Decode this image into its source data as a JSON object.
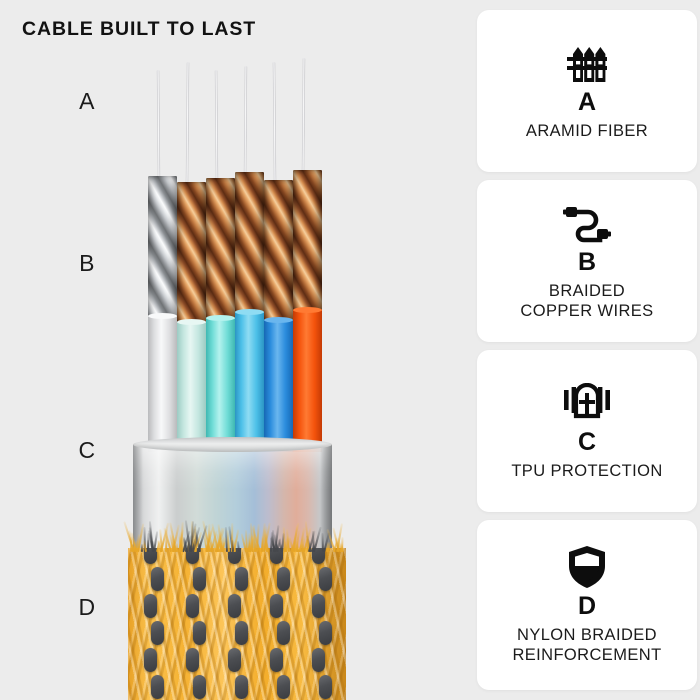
{
  "page": {
    "title": "CABLE BUILT TO LAST",
    "background_color": "#ececec",
    "card_color": "#ffffff",
    "text_color": "#121212"
  },
  "diagram": {
    "name": "cable-cross-section-cutaway",
    "side_labels": [
      {
        "id": "A",
        "label": "A"
      },
      {
        "id": "B",
        "label": "B"
      },
      {
        "id": "C",
        "label": "C"
      },
      {
        "id": "D",
        "label": "D"
      }
    ],
    "layers": [
      {
        "id": "A",
        "name": "aramid-fiber-strands",
        "count": 6,
        "color": "#d8d9dc"
      },
      {
        "id": "B",
        "name": "braided-copper-wire-strands",
        "count": 6,
        "strand_colors": [
          "#9a9da1",
          "#b5702f",
          "#b5702f",
          "#b5702f",
          "#b5702f",
          "#b5702f"
        ]
      },
      {
        "id": "C",
        "name": "colored-insulation-jackets",
        "count": 6,
        "jacket_colors": [
          "#e9eaec",
          "#cdeae4",
          "#7fe3de",
          "#57c8ea",
          "#2f93e0",
          "#f4530c"
        ]
      },
      {
        "id": "C2",
        "name": "tpu-protection-sleeve",
        "color": "#cfd2d3"
      },
      {
        "id": "D",
        "name": "nylon-braided-jacket",
        "base_color": "#f2ae2e",
        "knot_color": "#4c4e52"
      }
    ]
  },
  "cards": [
    {
      "icon": "fence-icon",
      "letter": "A",
      "text": "ARAMID FIBER"
    },
    {
      "icon": "cable-connector-icon",
      "letter": "B",
      "text": "BRAIDED\nCOPPER WIRES"
    },
    {
      "icon": "armored-arch-icon",
      "letter": "C",
      "text": "TPU PROTECTION"
    },
    {
      "icon": "shield-icon",
      "letter": "D",
      "text": "NYLON BRAIDED\nREINFORCEMENT"
    }
  ]
}
